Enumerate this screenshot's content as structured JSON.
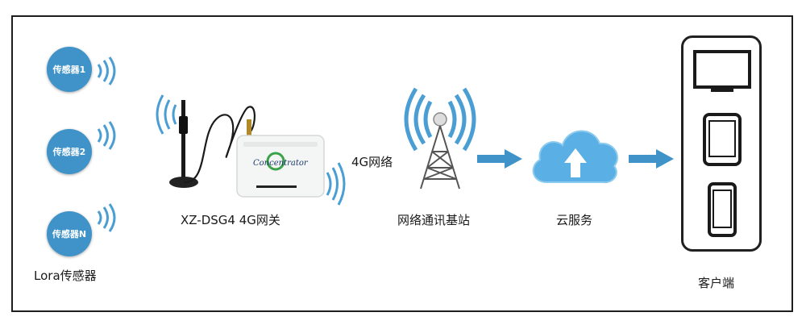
{
  "sensors": [
    {
      "label": "传感器1"
    },
    {
      "label": "传感器2"
    },
    {
      "label": "传感器N"
    }
  ],
  "sensor_group_label": "Lora传感器",
  "gateway": {
    "name": "XZ-DSG4 4G网关",
    "device_brand": "Concentrator",
    "network_label": "4G网络"
  },
  "tower_label": "网络通讯基站",
  "cloud_label": "云服务",
  "client_label": "客户端",
  "colors": {
    "sensor_blue": "#3f93c9",
    "wave_blue": "#4a9ed3",
    "arrow_blue": "#3f93c9",
    "cloud_blue": "#5ab0e4",
    "frame": "#1e1e1e"
  }
}
